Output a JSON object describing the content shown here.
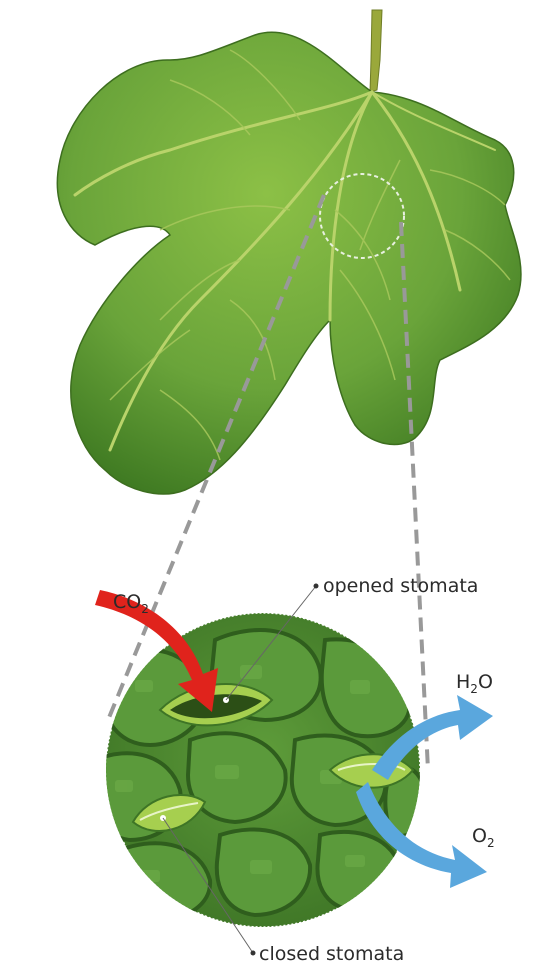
{
  "labels": {
    "opened_stomata": "opened stomata",
    "closed_stomata": "closed stomata",
    "co2": {
      "main": "CO",
      "sub": "2"
    },
    "h2o": {
      "pre": "H",
      "sub": "2",
      "post": "O"
    },
    "o2": {
      "main": "O",
      "sub": "2"
    }
  },
  "colors": {
    "leaf_light": "#8cc046",
    "leaf_dark": "#3f7a22",
    "vein": "#b9d36a",
    "stem": "#9aa83b",
    "circle_fill": "#4f8d33",
    "cell_border": "#2f5e1d",
    "co2_arrow": "#e0231c",
    "water_arrow": "#5aa7dd",
    "dashed_guide": "#999999",
    "guard_cell": "#a6cf4f"
  }
}
